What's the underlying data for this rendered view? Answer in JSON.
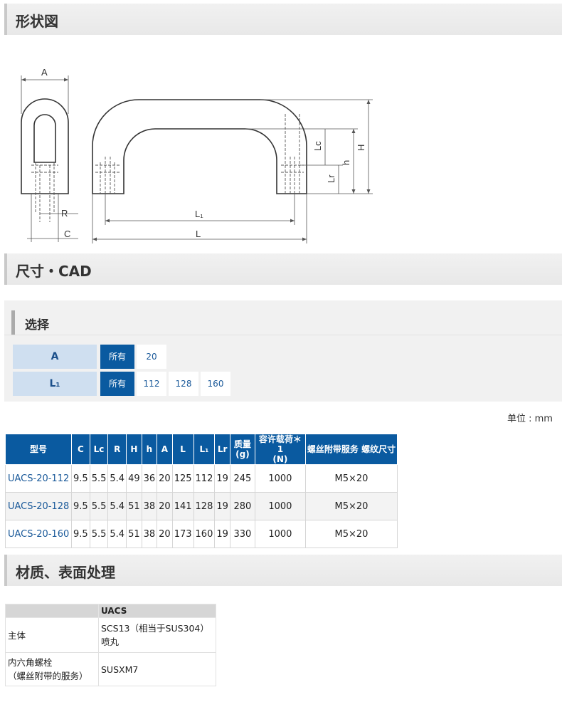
{
  "sections": {
    "shape": "形状図",
    "dims": "尺寸・CAD",
    "material": "材质、表面处理"
  },
  "drawing": {
    "labels": {
      "A": "A",
      "R": "R",
      "C": "C",
      "L1": "L₁",
      "L": "L",
      "Lc": "Lc",
      "Lr": "Lr",
      "h": "h",
      "H": "H"
    }
  },
  "selection": {
    "title": "选择",
    "rows": [
      {
        "label": "A",
        "active": "所有",
        "options": [
          "20"
        ]
      },
      {
        "label": "L₁",
        "active": "所有",
        "options": [
          "112",
          "128",
          "160"
        ]
      }
    ]
  },
  "unit": "单位 : mm",
  "spec_table": {
    "headers": [
      "型号",
      "C",
      "Lc",
      "R",
      "H",
      "h",
      "A",
      "L",
      "L₁",
      "Lr",
      "质量\n(g)",
      "容许载荷＊1\n(N)",
      "螺丝附带服务 螺纹尺寸"
    ],
    "rows": [
      [
        "UACS-20-112",
        "9.5",
        "5.5",
        "5.4",
        "49",
        "36",
        "20",
        "125",
        "112",
        "19",
        "245",
        "1000",
        "M5×20"
      ],
      [
        "UACS-20-128",
        "9.5",
        "5.5",
        "5.4",
        "51",
        "38",
        "20",
        "141",
        "128",
        "19",
        "280",
        "1000",
        "M5×20"
      ],
      [
        "UACS-20-160",
        "9.5",
        "5.5",
        "5.4",
        "51",
        "38",
        "20",
        "173",
        "160",
        "19",
        "330",
        "1000",
        "M5×20"
      ]
    ]
  },
  "material_table": {
    "header": "UACS",
    "rows": [
      {
        "name": "主体",
        "value_line1": "SCS13（相当于SUS304）",
        "value_line2": "喷丸"
      },
      {
        "name_line1": "内六角螺栓",
        "name_line2": "（螺丝附带的服务）",
        "value": "SUSXM7"
      }
    ]
  }
}
